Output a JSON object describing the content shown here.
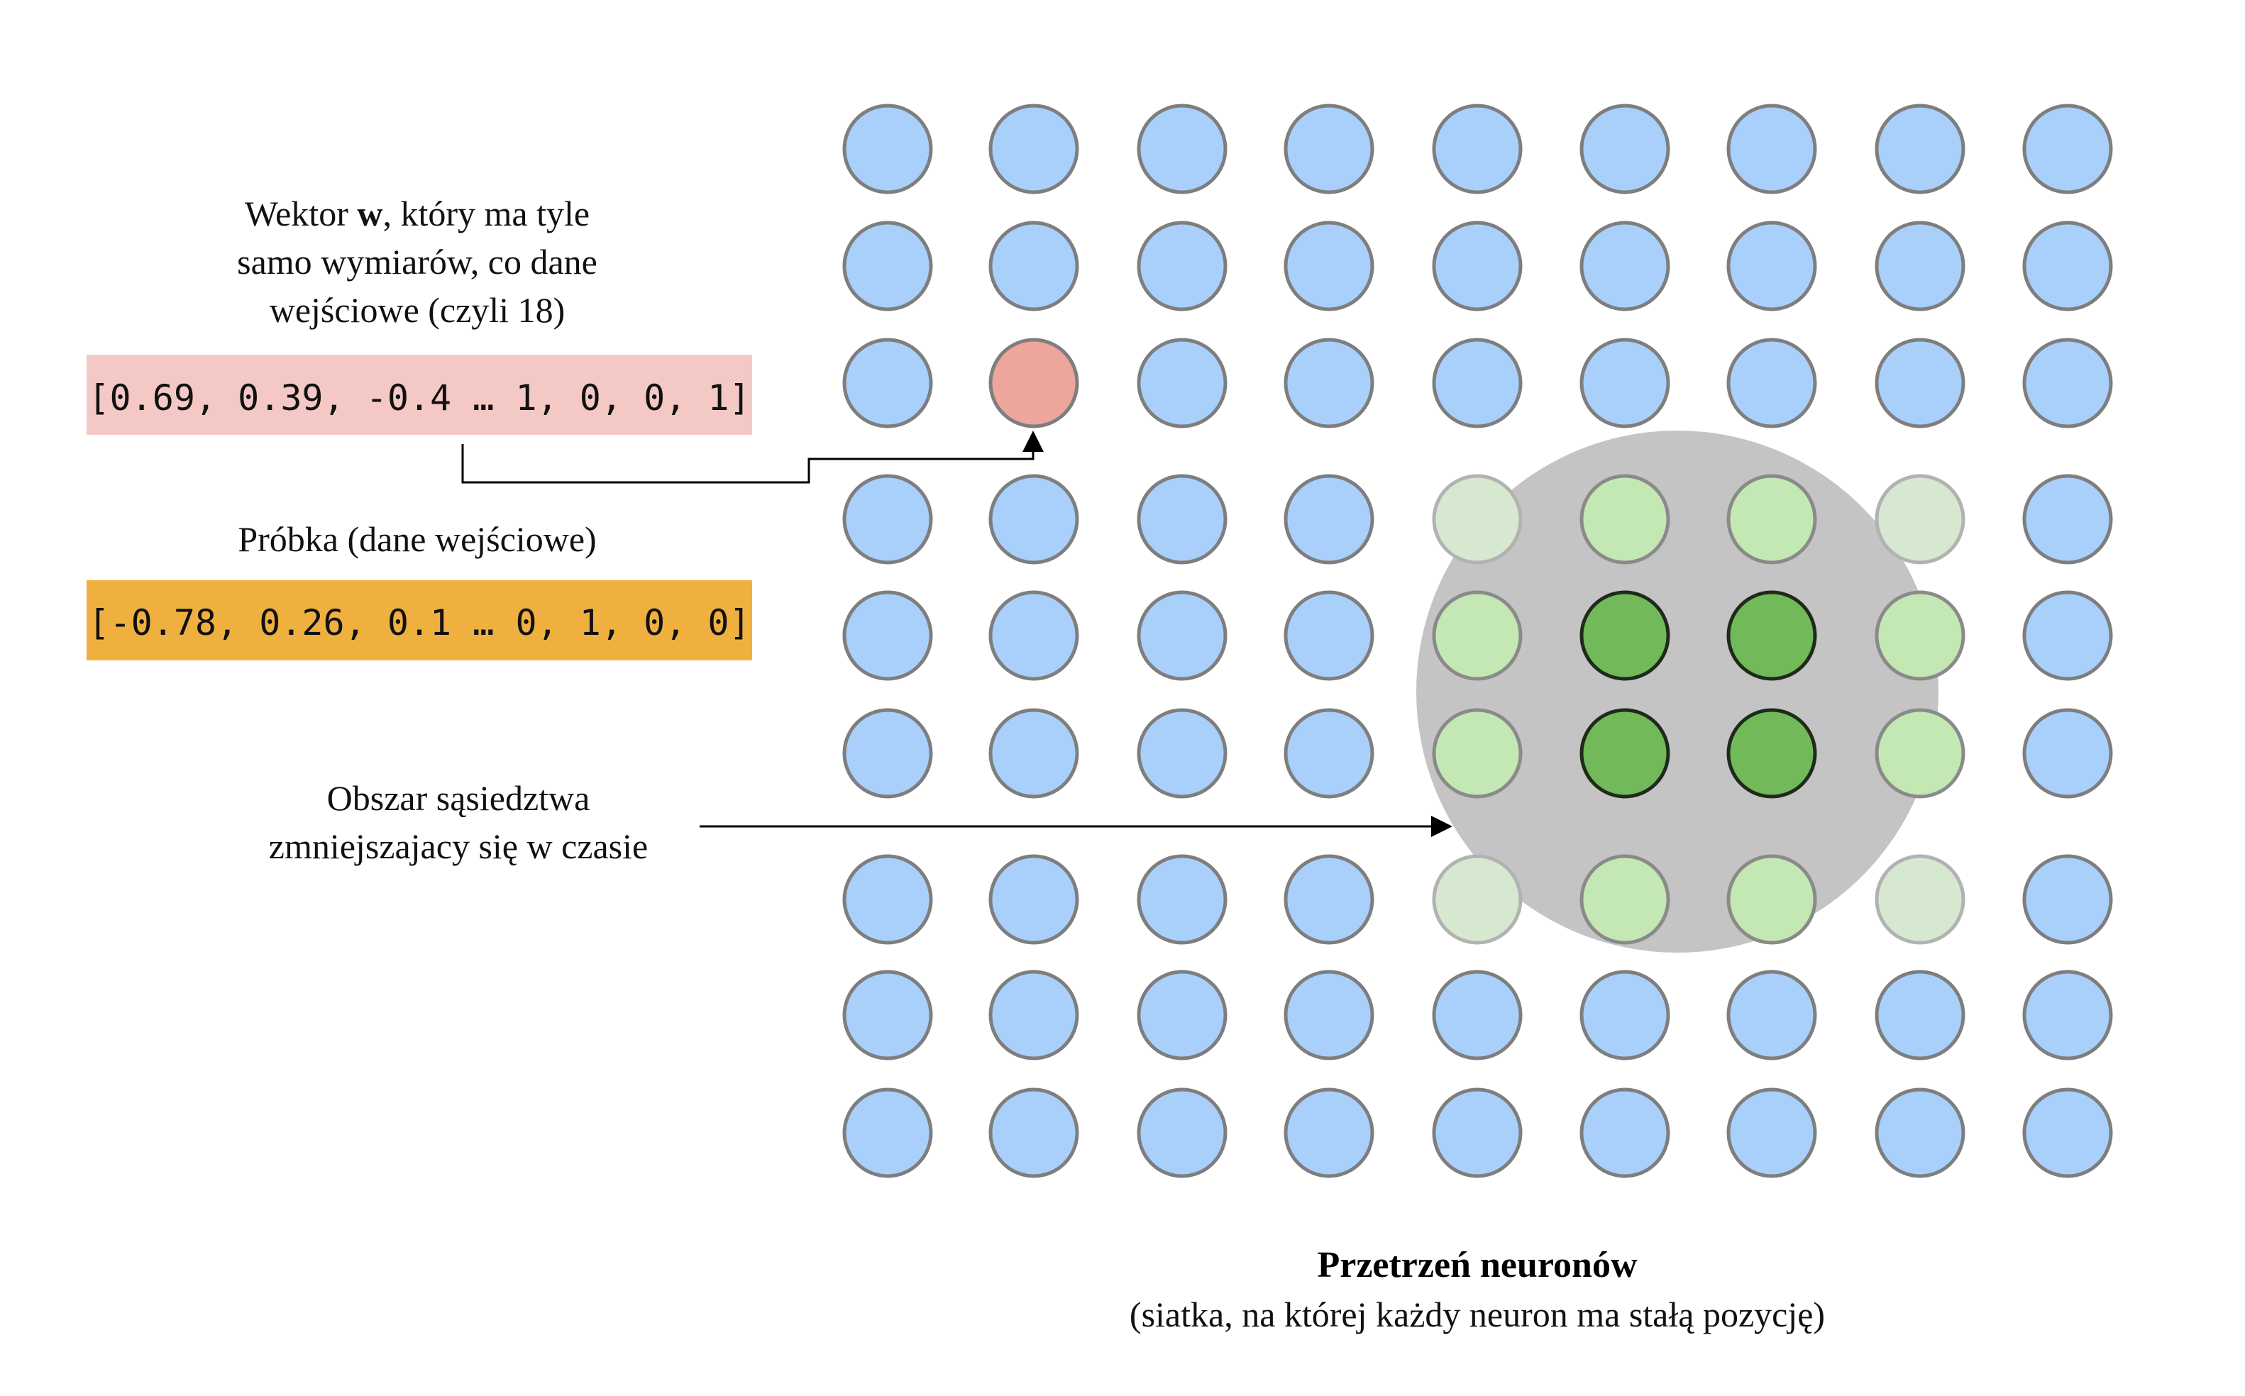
{
  "weight_vector": {
    "caption_before": "Wektor ",
    "caption_bold": "w",
    "caption_after": ", który ma tyle",
    "caption_line2": "samo wymiarów, co dane",
    "caption_line3": "wejściowe (czyli 18)",
    "values": "[0.69, 0.39, -0.4 … 1, 0, 0, 1]",
    "box_color": "#f4c8c4"
  },
  "sample": {
    "caption": "Próbka (dane wejściowe)",
    "values": "[-0.78, 0.26, 0.1 … 0, 1, 0, 0]",
    "box_color": "#f0b040"
  },
  "neighborhood": {
    "label_line1": "Obszar sąsiedztwa",
    "label_line2": "zmniejszajacy się w czasie",
    "area_color": "#c4c4c4"
  },
  "grid": {
    "rows": 9,
    "cols": 9,
    "colors": {
      "default": "#a9d0fa",
      "winner": "#eea59c",
      "strong": "#72b95a",
      "medium": "#c4e8b3",
      "faint": "#d7e8d0"
    },
    "winner": [
      2,
      1
    ],
    "strong": [
      [
        4,
        5
      ],
      [
        4,
        6
      ],
      [
        5,
        5
      ],
      [
        5,
        6
      ]
    ],
    "medium": [
      [
        3,
        5
      ],
      [
        3,
        6
      ],
      [
        4,
        4
      ],
      [
        4,
        7
      ],
      [
        5,
        4
      ],
      [
        5,
        7
      ],
      [
        6,
        5
      ],
      [
        6,
        6
      ]
    ],
    "faint": [
      [
        3,
        4
      ],
      [
        3,
        7
      ],
      [
        6,
        4
      ],
      [
        6,
        7
      ]
    ]
  },
  "footer": {
    "title": "Przetrzeń neuronów",
    "subtitle": "(siatka, na której każdy neuron ma stałą pozycję)"
  }
}
